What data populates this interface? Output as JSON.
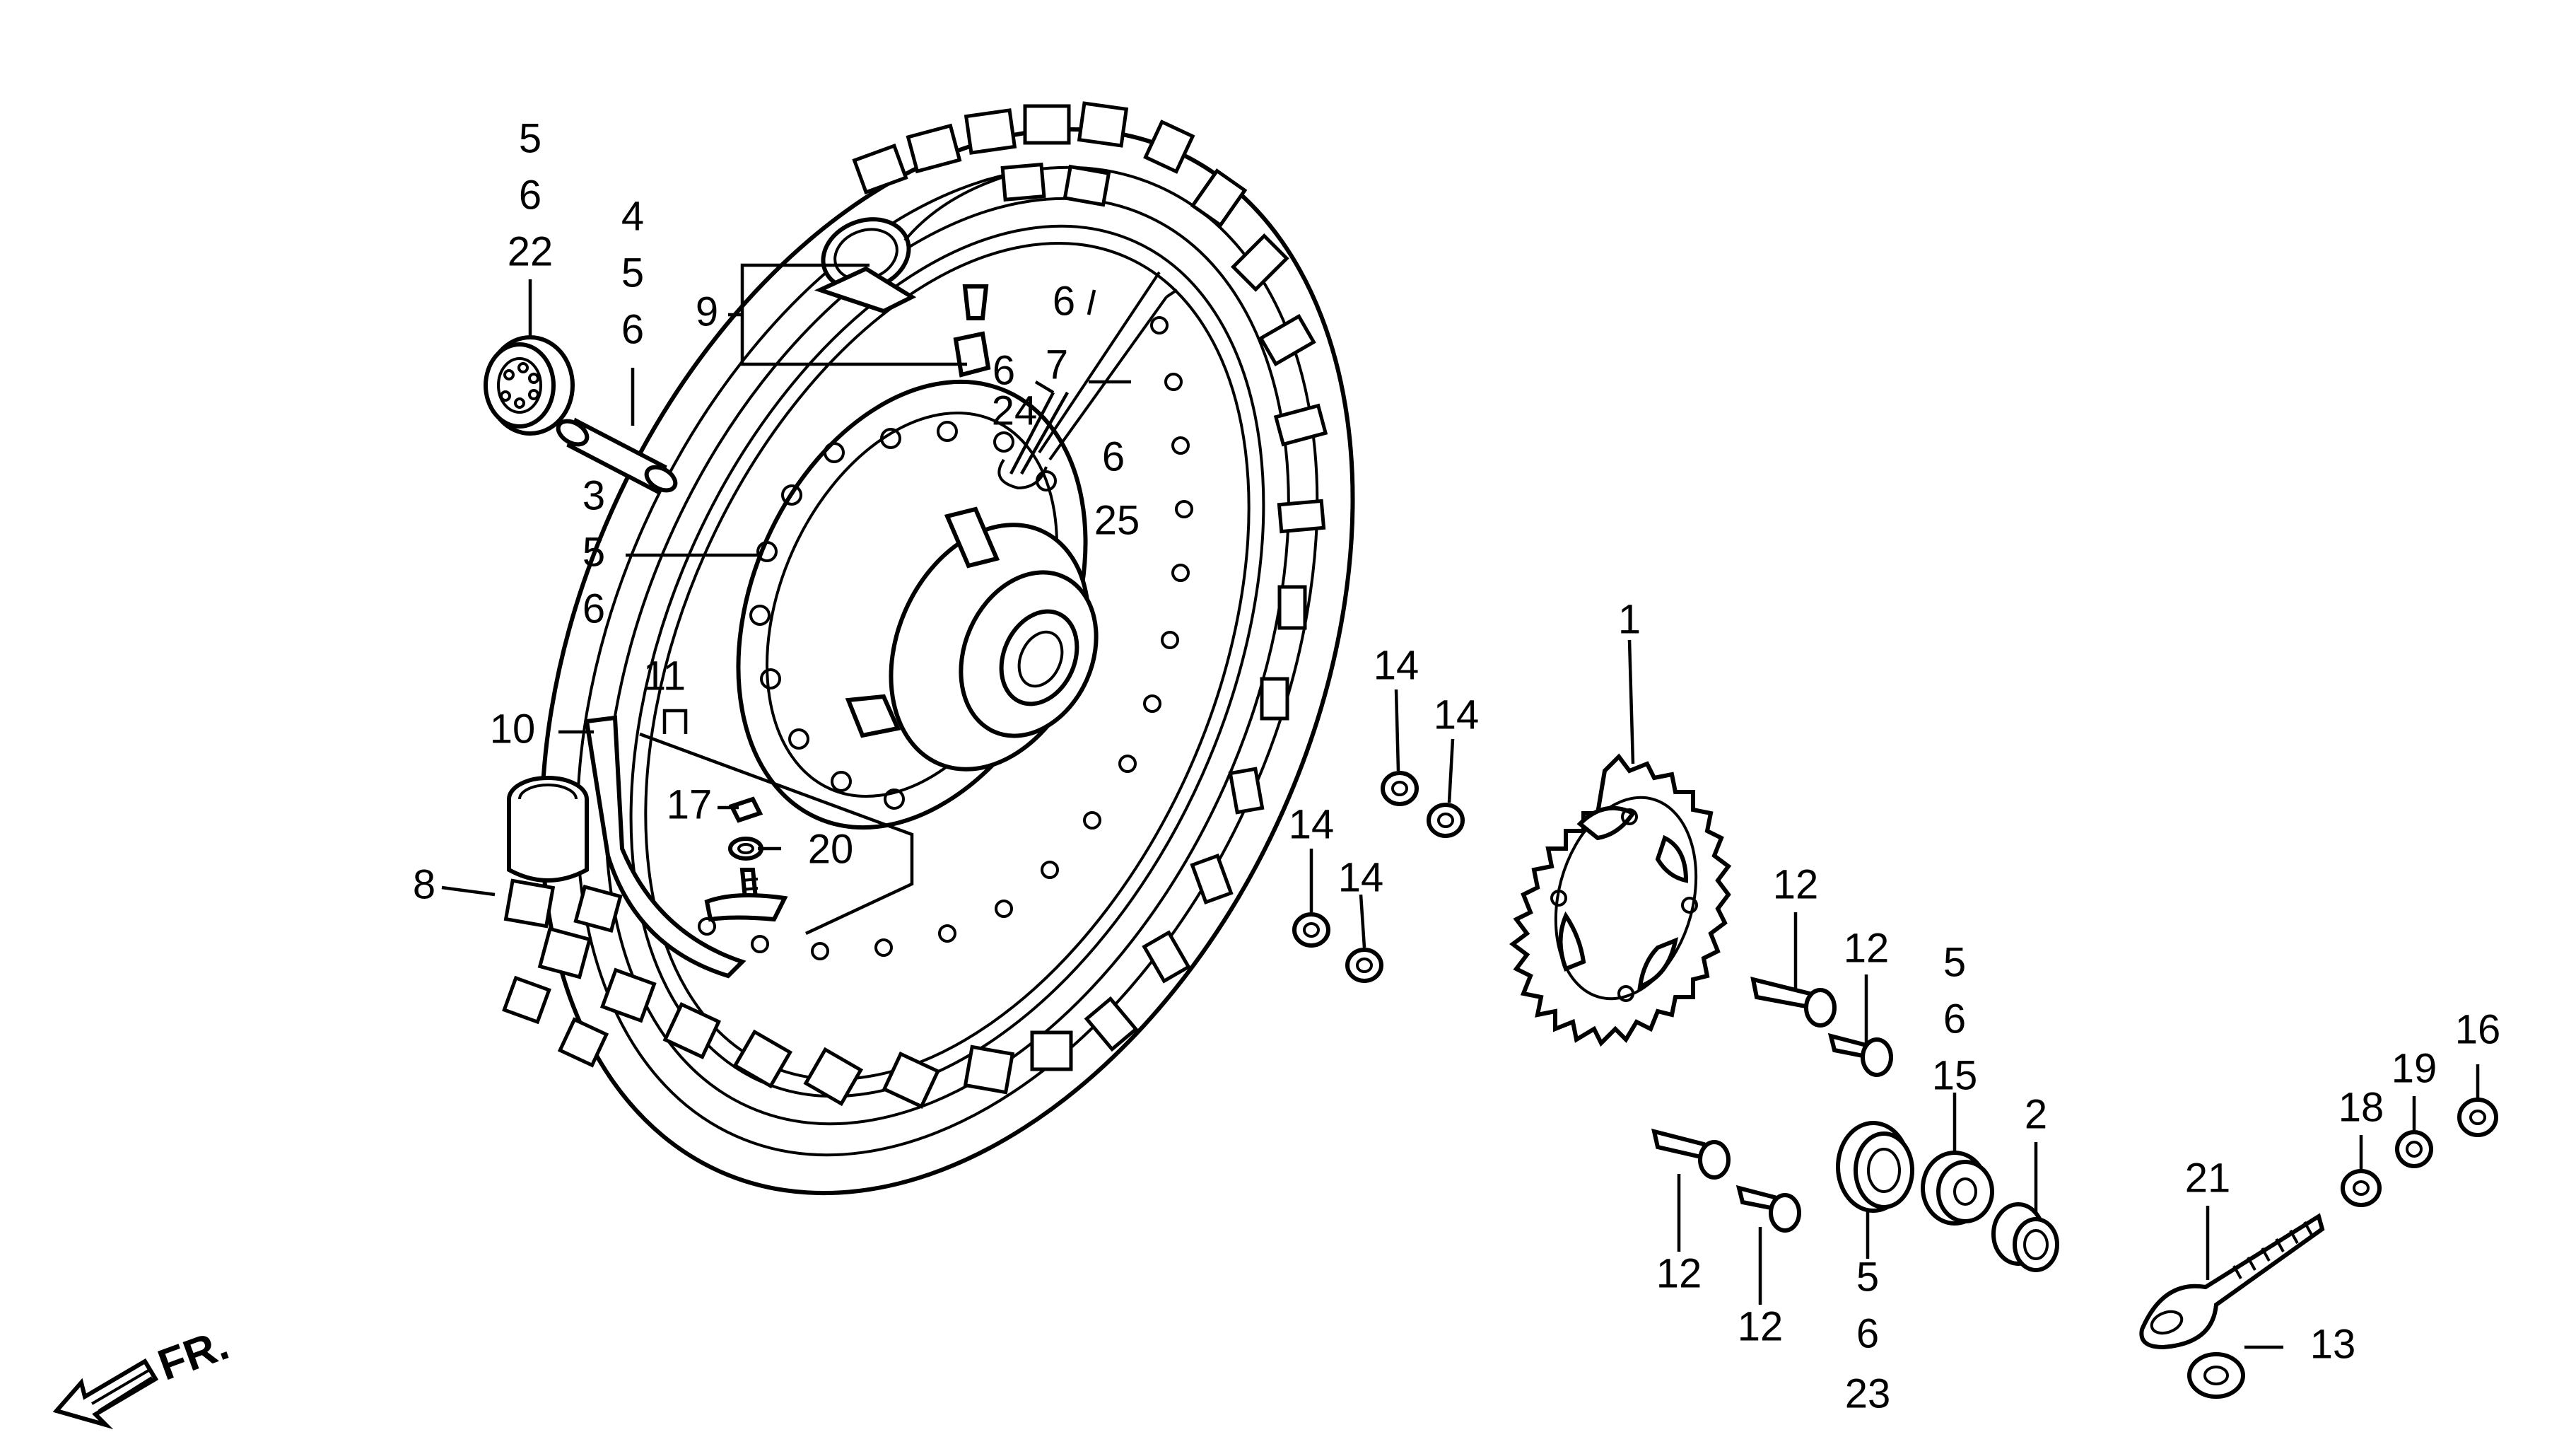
{
  "labels": {
    "l_5a": "5",
    "l_6a": "6",
    "l_22": "22",
    "l_4": "4",
    "l_5b": "5",
    "l_6b": "6",
    "l_9": "9",
    "l_6c": "6",
    "l_6d": "6",
    "l_7": "7",
    "l_24": "24",
    "l_6e": "6",
    "l_25": "25",
    "l_3": "3",
    "l_5c": "5",
    "l_6f": "6",
    "l_11": "11",
    "l_10": "10",
    "l_17": "17",
    "l_20": "20",
    "l_8": "8",
    "l_1": "1",
    "l_14a": "14",
    "l_14b": "14",
    "l_14c": "14",
    "l_14d": "14",
    "l_12a": "12",
    "l_12b": "12",
    "l_12c": "12",
    "l_12d": "12",
    "l_5d": "5",
    "l_6g": "6",
    "l_15": "15",
    "l_2": "2",
    "l_5e": "5",
    "l_6h": "6",
    "l_23": "23",
    "l_21": "21",
    "l_13": "13",
    "l_18": "18",
    "l_19": "19",
    "l_16": "16",
    "fr": "FR."
  }
}
